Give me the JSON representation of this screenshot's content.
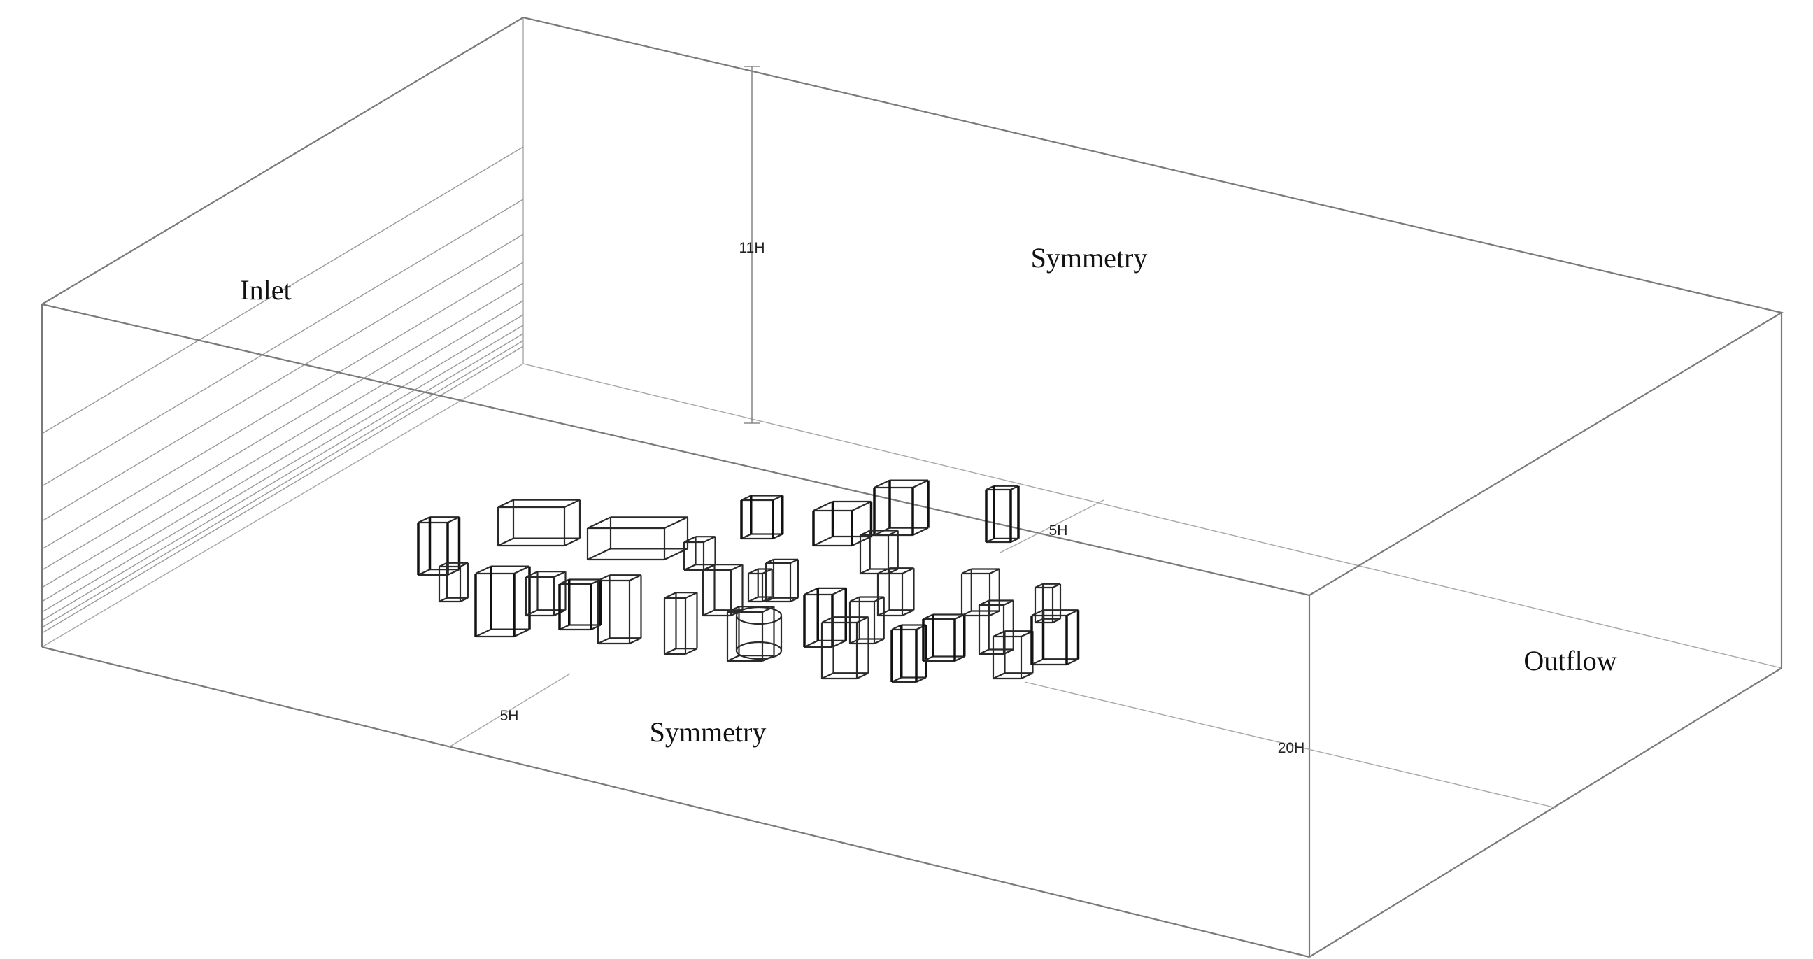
{
  "labels": {
    "inlet": "Inlet",
    "symmetry_top": "Symmetry",
    "symmetry_bottom": "Symmetry",
    "outflow": "Outflow"
  },
  "dimensions": {
    "height": "11H",
    "upstream": "5H",
    "lateral": "5H",
    "downstream": "20H"
  }
}
